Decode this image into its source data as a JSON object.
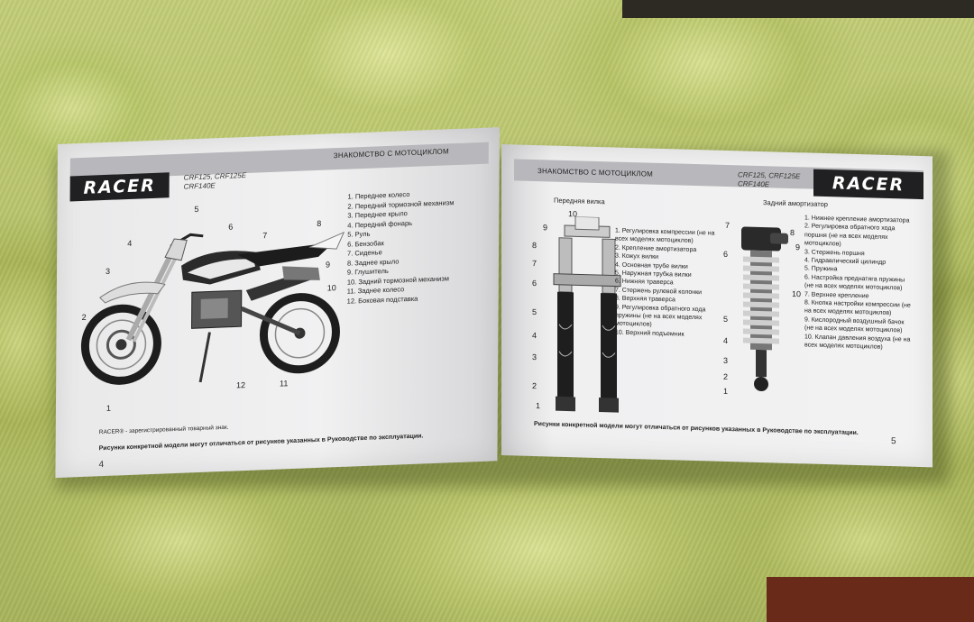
{
  "left_page": {
    "logo": "RACER",
    "models": [
      "CRF125, CRF125E",
      "CRF140E"
    ],
    "section_title": "ЗНАКОМСТВО С МОТОЦИКЛОМ",
    "parts": [
      "1. Переднее колесо",
      "2. Передний тормозной механизм",
      "3. Переднее крыло",
      "4. Передний фонарь",
      "5. Руль",
      "6. Бензобак",
      "7. Сиденье",
      "8. Заднее крыло",
      "9. Глушитель",
      "10. Задний тормозной механизм",
      "11. Заднее колесо",
      "12. Боковая подставка"
    ],
    "callouts": [
      "1",
      "2",
      "3",
      "4",
      "5",
      "6",
      "7",
      "8",
      "9",
      "10",
      "11",
      "12"
    ],
    "trademark": "RACER® - зарегистрированный товарный знак.",
    "footnote": "Рисунки конкретной модели могут отличаться от рисунков указанных в Руководстве по эксплуатации.",
    "page_number": "4"
  },
  "right_page": {
    "logo": "RACER",
    "models": [
      "CRF125, CRF125E",
      "CRF140E"
    ],
    "section_title": "ЗНАКОМСТВО С МОТОЦИКЛОМ",
    "fork_title": "Передняя вилка",
    "shock_title": "Задний амортизатор",
    "fork_parts": [
      "1. Регулировка компрессии (не на всех моделях мотоциклов)",
      "2. Крепление амортизатора",
      "3. Кожух вилки",
      "4. Основная трубе вилки",
      "5. Наружная трубка вилки",
      "6. Нижняя траверса",
      "7. Стержень рулевой колонки",
      "8. Верхняя траверса",
      "9. Регулировка обратного хода пружины (не на всех моделях мотоциклов)",
      "10. Верхний подъемник"
    ],
    "fork_callouts": [
      "10",
      "9",
      "8",
      "7",
      "6",
      "5",
      "4",
      "3",
      "2",
      "1"
    ],
    "shock_parts": [
      "1. Нижнее крепление амортизатора",
      "2. Регулировка обратного хода поршня (не на всех моделях мотоциклов)",
      "3. Стержень поршня",
      "4. Гидравлический цилиндр",
      "5. Пружина",
      "6. Настройка преднатяга пружины (не на всех моделях мотоциклов)",
      "7. Верхнее крепление",
      "8. Кнопка настройки компрессии (не на всех моделях мотоциклов)",
      "9. Кислородный воздушный бачок (не на всех моделях мотоциклов)",
      "10. Клапан давления воздуха (не на всех моделях мотоциклов)"
    ],
    "shock_callouts": [
      "7",
      "8",
      "9",
      "6",
      "10",
      "5",
      "4",
      "3",
      "2",
      "1"
    ],
    "footnote": "Рисунки конкретной модели могут отличаться от рисунков указанных в Руководстве по эксплуатации.",
    "page_number": "5"
  }
}
